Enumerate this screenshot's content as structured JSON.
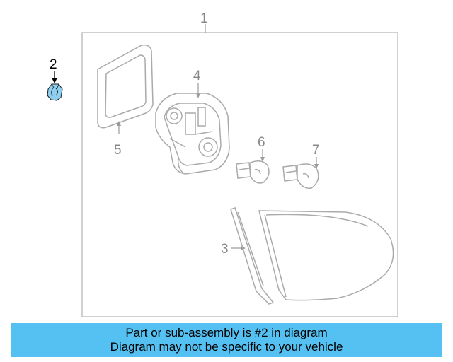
{
  "diagram": {
    "callouts": {
      "assembly": "1",
      "highlighted_part": "2",
      "lens": "3",
      "socket_housing": "4",
      "gasket": "5",
      "bulb_a": "6",
      "bulb_b": "7"
    },
    "highlight_color": "#8ecff0"
  },
  "banner": {
    "line1": "Part or sub-assembly is #2 in diagram",
    "line2": "Diagram may not be specific to your vehicle",
    "background_color": "#55c1f2"
  }
}
